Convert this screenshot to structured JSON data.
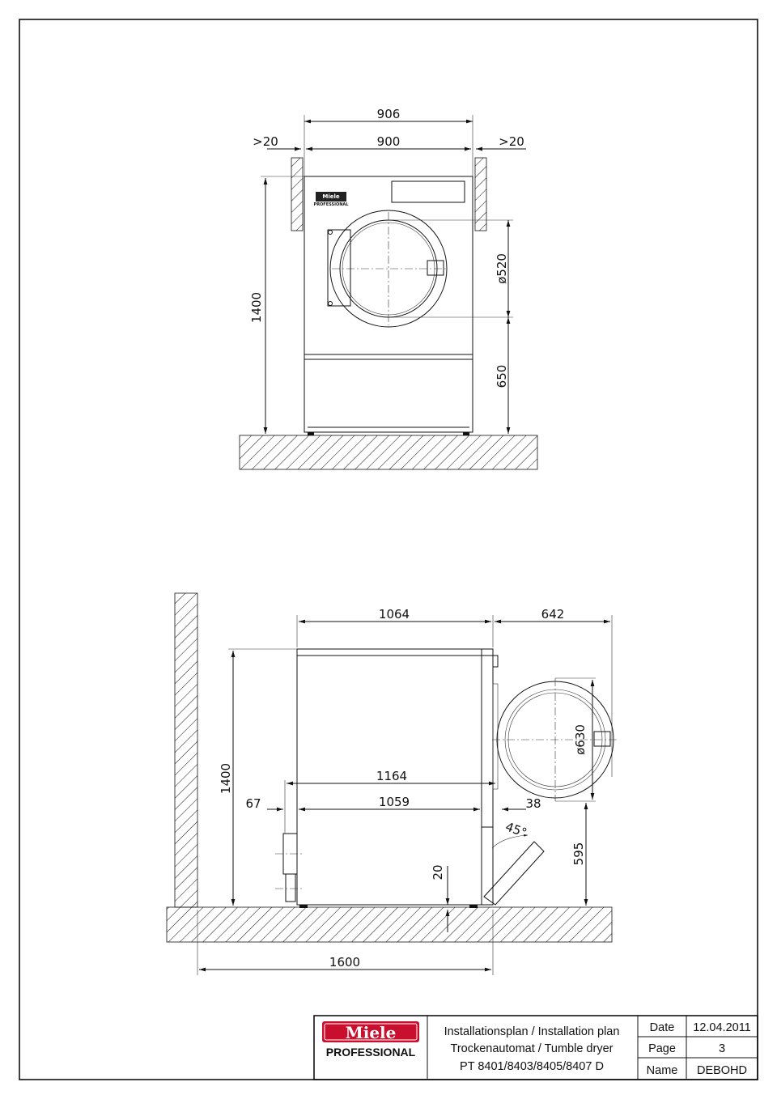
{
  "front_view": {
    "dim_total_width": "906",
    "dim_width": "900",
    "dim_clearance_left": ">20",
    "dim_clearance_right": ">20",
    "dim_height": "1400",
    "dim_door_diameter": "ø520",
    "dim_door_center_height": "650",
    "logo_text": "Miele",
    "logo_subtext": "PROFESSIONAL"
  },
  "side_view": {
    "dim_depth": "1064",
    "dim_door_projection": "642",
    "dim_height": "1400",
    "dim_door_swing_diameter": "ø630",
    "dim_total_depth": "1164",
    "dim_depth_lower": "1059",
    "dim_wall_offset": "67",
    "dim_front_offset": "38",
    "dim_door_angle": "45°",
    "dim_feet_height": "20",
    "dim_door_height": "595",
    "dim_room_depth": "1600"
  },
  "title_block": {
    "logo_text": "Miele",
    "logo_subtext": "PROFESSIONAL",
    "title_line1": "Installationsplan / Installation plan",
    "title_line2": "Trockenautomat / Tumble dryer",
    "title_line3": "PT 8401/8403/8405/8407 D",
    "date_label": "Date",
    "date_value": "12.04.2011",
    "page_label": "Page",
    "page_value": "3",
    "name_label": "Name",
    "name_value": "DEBOHD"
  },
  "colors": {
    "brand_red": "#c8102e",
    "line": "#111111"
  }
}
